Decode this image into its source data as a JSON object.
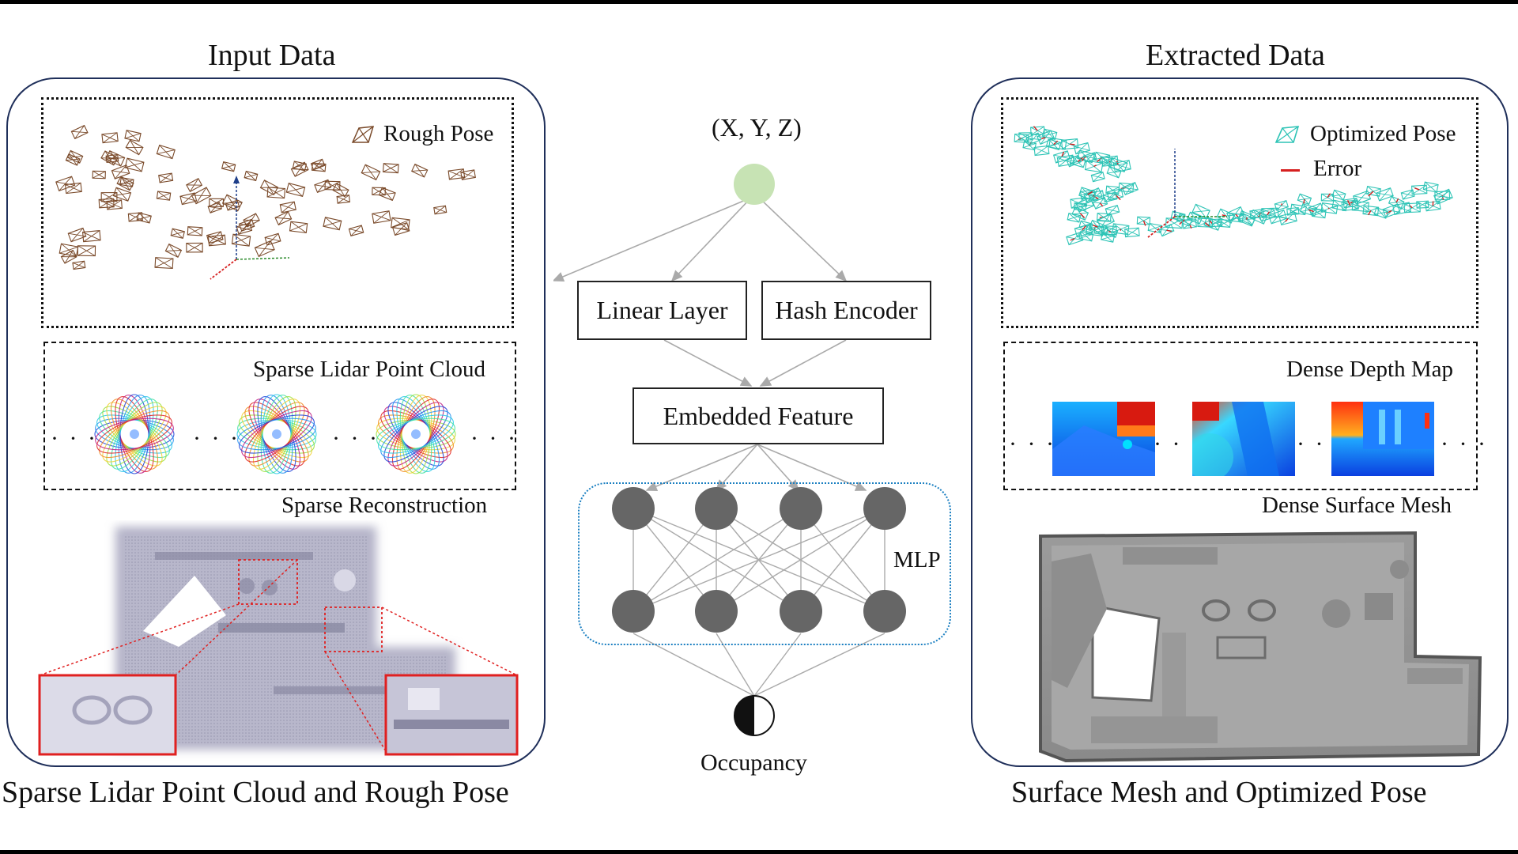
{
  "left_panel": {
    "title": "Input Data",
    "caption": "Sparse Lidar Point Cloud and Rough Pose",
    "rough_pose_label": "Rough Pose",
    "lidar_label": "Sparse Lidar Point Cloud",
    "reconstruction_label": "Sparse Reconstruction",
    "ellipsis": "· · ·"
  },
  "center": {
    "input_label": "(X, Y, Z)",
    "linear_layer": "Linear Layer",
    "hash_encoder": "Hash Encoder",
    "embedded_feature": "Embedded Feature",
    "mlp_label": "MLP",
    "output_label": "Occupancy"
  },
  "right_panel": {
    "title": "Extracted Data",
    "caption": "Surface Mesh and Optimized Pose",
    "optimized_pose_label": "Optimized Pose",
    "error_label": "Error",
    "depth_label": "Dense Depth Map",
    "mesh_label": "Dense Surface Mesh",
    "ellipsis": "· · ·"
  },
  "colors": {
    "panel_border": "#1f2f5a",
    "rough_pose": "#7a4a2a",
    "optimized_pose": "#2ec4b6",
    "error": "#d62020",
    "input_node": "#c7e3b4",
    "mlp_node": "#666666",
    "mlp_group_border": "#1a7fc1",
    "zoom_box": "#e02020"
  }
}
